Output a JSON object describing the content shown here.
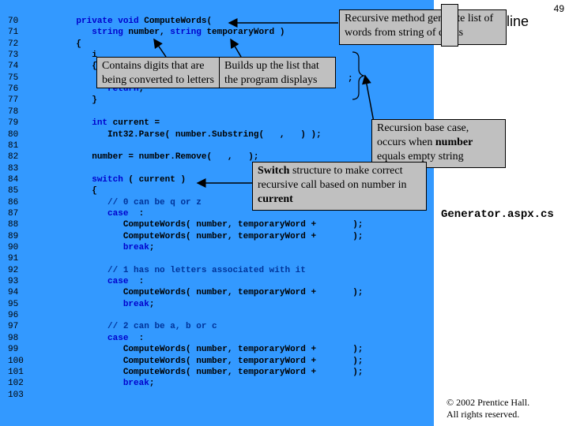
{
  "page_number": "49",
  "header_title_fragment": "line",
  "filename": "Generator.aspx.cs",
  "copyright": [
    "© 2002 Prentice Hall.",
    "All rights reserved."
  ],
  "line_numbers": [
    "70",
    "71",
    "72",
    "73",
    "74",
    "75",
    "76",
    "77",
    "78",
    "79",
    "80",
    "81",
    "82",
    "83",
    "84",
    "85",
    "86",
    "87",
    "88",
    "89",
    "90",
    "91",
    "92",
    "93",
    "94",
    "95",
    "96",
    "97",
    "98",
    "99",
    "100",
    "101",
    "102",
    "103"
  ],
  "code_lines": [
    {
      "indent": "         ",
      "kw": "private void",
      "text": " ComputeWords("
    },
    {
      "indent": "            ",
      "kw": "string",
      "text": " number, ",
      "kw2": "string",
      "text2": " temporaryWord )"
    },
    {
      "indent": "         ",
      "text": "{"
    },
    {
      "indent": "            ",
      "text": "i"
    },
    {
      "indent": "            ",
      "text": "{"
    },
    {
      "indent": "               ",
      "text": ""
    },
    {
      "indent": "               ",
      "kw": "return",
      "text": ";"
    },
    {
      "indent": "            ",
      "text": "}"
    },
    {
      "indent": "",
      "text": ""
    },
    {
      "indent": "            ",
      "kw": "int",
      "text": " current ="
    },
    {
      "indent": "               ",
      "text": "Int32.Parse( number.Substring(   ,   ) );"
    },
    {
      "indent": "",
      "text": ""
    },
    {
      "indent": "            ",
      "text": "number = number.Remove(   ,   );"
    },
    {
      "indent": "",
      "text": ""
    },
    {
      "indent": "            ",
      "kw": "switch",
      "text": " ( current )"
    },
    {
      "indent": "            ",
      "text": "{"
    },
    {
      "indent": "               ",
      "cm": "// 0 can be q or z"
    },
    {
      "indent": "               ",
      "kw": "case",
      "text": "  :"
    },
    {
      "indent": "                  ",
      "text": "ComputeWords( number, temporaryWord +       );"
    },
    {
      "indent": "                  ",
      "text": "ComputeWords( number, temporaryWord +       );"
    },
    {
      "indent": "                  ",
      "kw": "break",
      "text": ";"
    },
    {
      "indent": "",
      "text": ""
    },
    {
      "indent": "               ",
      "cm": "// 1 has no letters associated with it"
    },
    {
      "indent": "               ",
      "kw": "case",
      "text": "  :"
    },
    {
      "indent": "                  ",
      "text": "ComputeWords( number, temporaryWord +       );"
    },
    {
      "indent": "                  ",
      "kw": "break",
      "text": ";"
    },
    {
      "indent": "",
      "text": ""
    },
    {
      "indent": "               ",
      "cm": "// 2 can be a, b or c"
    },
    {
      "indent": "               ",
      "kw": "case",
      "text": "  :"
    },
    {
      "indent": "                  ",
      "text": "ComputeWords( number, temporaryWord +       );"
    },
    {
      "indent": "                  ",
      "text": "ComputeWords( number, temporaryWord +       );"
    },
    {
      "indent": "                  ",
      "text": "ComputeWords( number, temporaryWord +       );"
    },
    {
      "indent": "                  ",
      "kw": "break",
      "text": ";"
    },
    {
      "indent": "",
      "text": ""
    }
  ],
  "line75_semicolon": ";",
  "callouts": {
    "recursive": "Recursive method generate list of words from string of digits",
    "digits": "Contains digits that are being converted to letters",
    "builds": "Builds up the list that the program displays",
    "base_case_pre": "Recursion base case, occurs when ",
    "base_case_bold": "number",
    "base_case_post": " equals empty string",
    "switch_bold": "Switch",
    "switch_mid": " structure to make correct recursive call based on number in ",
    "switch_bold2": "current"
  },
  "colors": {
    "panel": "#3399ff",
    "callout": "#c0c0c0",
    "keyword": "#0000cc"
  }
}
